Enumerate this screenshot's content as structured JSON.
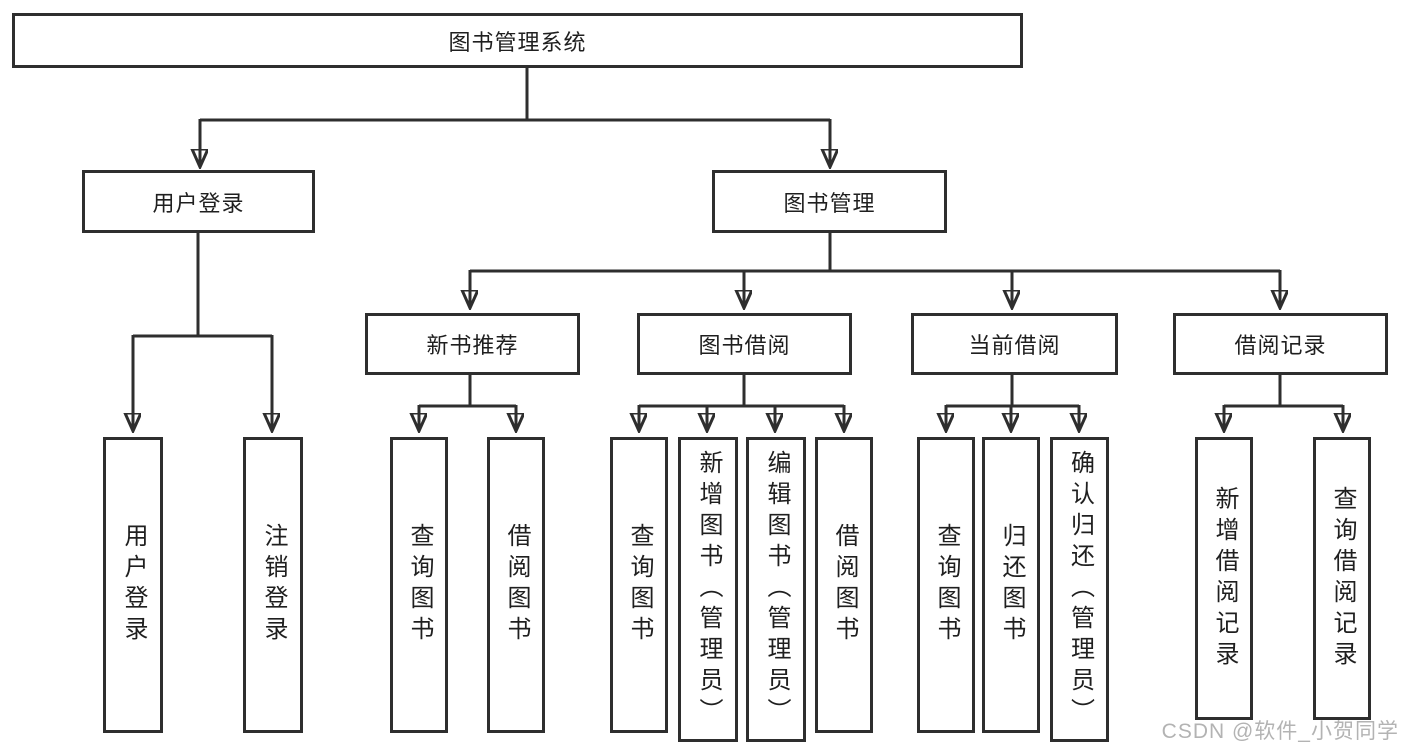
{
  "diagram": {
    "root": {
      "label": "图书管理系统"
    },
    "branches": [
      {
        "label": "用户登录",
        "children": [
          {
            "label": "用户登录"
          },
          {
            "label": "注销登录"
          }
        ]
      },
      {
        "label": "图书管理",
        "children": [
          {
            "label": "新书推荐",
            "children": [
              {
                "label": "查询图书"
              },
              {
                "label": "借阅图书"
              }
            ]
          },
          {
            "label": "图书借阅",
            "children": [
              {
                "label": "查询图书"
              },
              {
                "label": "新增图书（管理员）"
              },
              {
                "label": "编辑图书（管理员）"
              },
              {
                "label": "借阅图书"
              }
            ]
          },
          {
            "label": "当前借阅",
            "children": [
              {
                "label": "查询图书"
              },
              {
                "label": "归还图书"
              },
              {
                "label": "确认归还（管理员）"
              }
            ]
          },
          {
            "label": "借阅记录",
            "children": [
              {
                "label": "新增借阅记录"
              },
              {
                "label": "查询借阅记录"
              }
            ]
          }
        ]
      }
    ]
  },
  "watermark": {
    "text": "CSDN @软件_小贺同学"
  },
  "colors": {
    "line": "#2e2e2e",
    "box_border": "#2e2e2e",
    "text": "#1f1f1f",
    "watermark": "#b3b3b3",
    "background": "#ffffff"
  }
}
